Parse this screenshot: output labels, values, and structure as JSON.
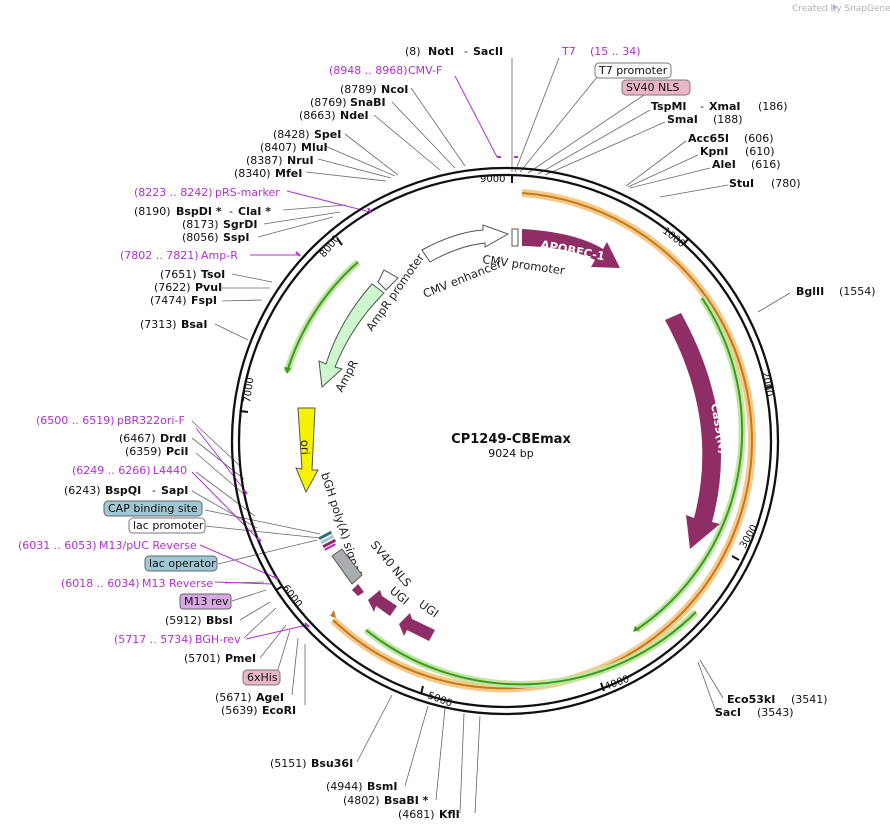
{
  "watermark": "Created by SnapGene",
  "plasmid": {
    "name": "CP1249-CBEmax",
    "length_label": "9024 bp"
  },
  "ticks": [
    "9000",
    "1000",
    "2000",
    "3000",
    "4000",
    "5000",
    "6000",
    "7000",
    "8000"
  ],
  "features": {
    "apobec": "APOBEC-1",
    "cas9": "Cas9(N)",
    "cmv_promoter": "CMV promoter",
    "cmv_enhancer": "CMV enhancer",
    "ampr_promoter": "AmpR promoter",
    "ampr": "AmpR",
    "ori": "ori",
    "bgh": "bGH poly(A) signal",
    "sv40nls": "SV40 NLS",
    "ugi1": "UGI",
    "ugi2": "UGI"
  },
  "labels": {
    "noti_pos": "(8)",
    "noti_name": "NotI",
    "noti_sep": "-",
    "noti_name2": "SacII",
    "t7_name": "T7",
    "t7_range": "(15 .. 34)",
    "t7prom": "T7 promoter",
    "sv40": "SV40 NLS",
    "cmvf_range": "(8948 .. 8968)",
    "cmvf_name": "CMV-F",
    "ncoi_pos": "(8789)",
    "ncoi_name": "NcoI",
    "snabi_pos": "(8769)",
    "snabi_name": "SnaBI",
    "ndei_pos": "(8663)",
    "ndei_name": "NdeI",
    "spei_pos": "(8428)",
    "spei_name": "SpeI",
    "mlui_pos": "(8407)",
    "mlui_name": "MluI",
    "nrui_pos": "(8387)",
    "nrui_name": "NruI",
    "mfei_pos": "(8340)",
    "mfei_name": "MfeI",
    "prs_range": "(8223 .. 8242)",
    "prs_name": "pRS-marker",
    "bspdi_pos": "(8190)",
    "bspdi_name": "BspDI *",
    "bspdi_sep": "-",
    "bspdi_name2": "ClaI *",
    "sgrdi_pos": "(8173)",
    "sgrdi_name": "SgrDI",
    "sspi_pos": "(8056)",
    "sspi_name": "SspI",
    "ampr_range": "(7802 .. 7821)",
    "ampr_name": "Amp-R",
    "tsoi_pos": "(7651)",
    "tsoi_name": "TsoI",
    "pvui_pos": "(7622)",
    "pvui_name": "PvuI",
    "fspi_pos": "(7474)",
    "fspi_name": "FspI",
    "bsai_pos": "(7313)",
    "bsai_name": "BsaI",
    "pbr_range": "(6500 .. 6519)",
    "pbr_name": "pBR322ori-F",
    "drdi_pos": "(6467)",
    "drdi_name": "DrdI",
    "pcii_pos": "(6359)",
    "pcii_name": "PciI",
    "l4440_range": "(6249 .. 6266)",
    "l4440_name": "L4440",
    "bspqi_pos": "(6243)",
    "bspqi_name": "BspQI",
    "bspqi_sep": "-",
    "bspqi_name2": "SapI",
    "cap": "CAP binding site",
    "lacprom": "lac promoter",
    "m13puc_range": "(6031 .. 6053)",
    "m13puc_name": "M13/pUC Reverse",
    "lacop": "lac operator",
    "m13rev_range": "(6018 .. 6034)",
    "m13rev_name": "M13 Reverse",
    "m13rev_box": "M13 rev",
    "bbsi_pos": "(5912)",
    "bbsi_name": "BbsI",
    "bgh_range": "(5717 .. 5734)",
    "bgh_name": "BGH-rev",
    "pmei_pos": "(5701)",
    "pmei_name": "PmeI",
    "his": "6xHis",
    "agei_pos": "(5671)",
    "agei_name": "AgeI",
    "ecori_pos": "(5639)",
    "ecori_name": "EcoRI",
    "bsu36i_pos": "(5151)",
    "bsu36i_name": "Bsu36I",
    "bsmi_pos": "(4944)",
    "bsmi_name": "BsmI",
    "bsabi_pos": "(4802)",
    "bsabi_name": "BsaBI *",
    "kfli_pos": "(4681)",
    "kfli_name": "KflI",
    "tspmi_name": "TspMI",
    "tspmi_sep": "-",
    "tspmi_name2": "XmaI",
    "tspmi_pos": "(186)",
    "smai_name": "SmaI",
    "smai_pos": "(188)",
    "acc65i_name": "Acc65I",
    "acc65i_pos": "(606)",
    "kpni_name": "KpnI",
    "kpni_pos": "(610)",
    "alei_name": "AleI",
    "alei_pos": "(616)",
    "stui_name": "StuI",
    "stui_pos": "(780)",
    "bglii_name": "BglII",
    "bglii_pos": "(1554)",
    "eco53ki_name": "Eco53kI",
    "eco53ki_pos": "(3541)",
    "saci_name": "SacI",
    "saci_pos": "(3543)"
  },
  "colors": {
    "backbone": "#111111",
    "feature_dark": "#8f2d66",
    "primer": "#b12fd0",
    "orf_green": "#6cc331",
    "orf_orange": "#e59a2a",
    "ampr_fill": "#cdf7cc",
    "ori_fill": "#f7f200",
    "cap_fill": "#9ec8d4",
    "primer_box": "#d9a6e6",
    "pink_box": "#e8b6c8"
  }
}
